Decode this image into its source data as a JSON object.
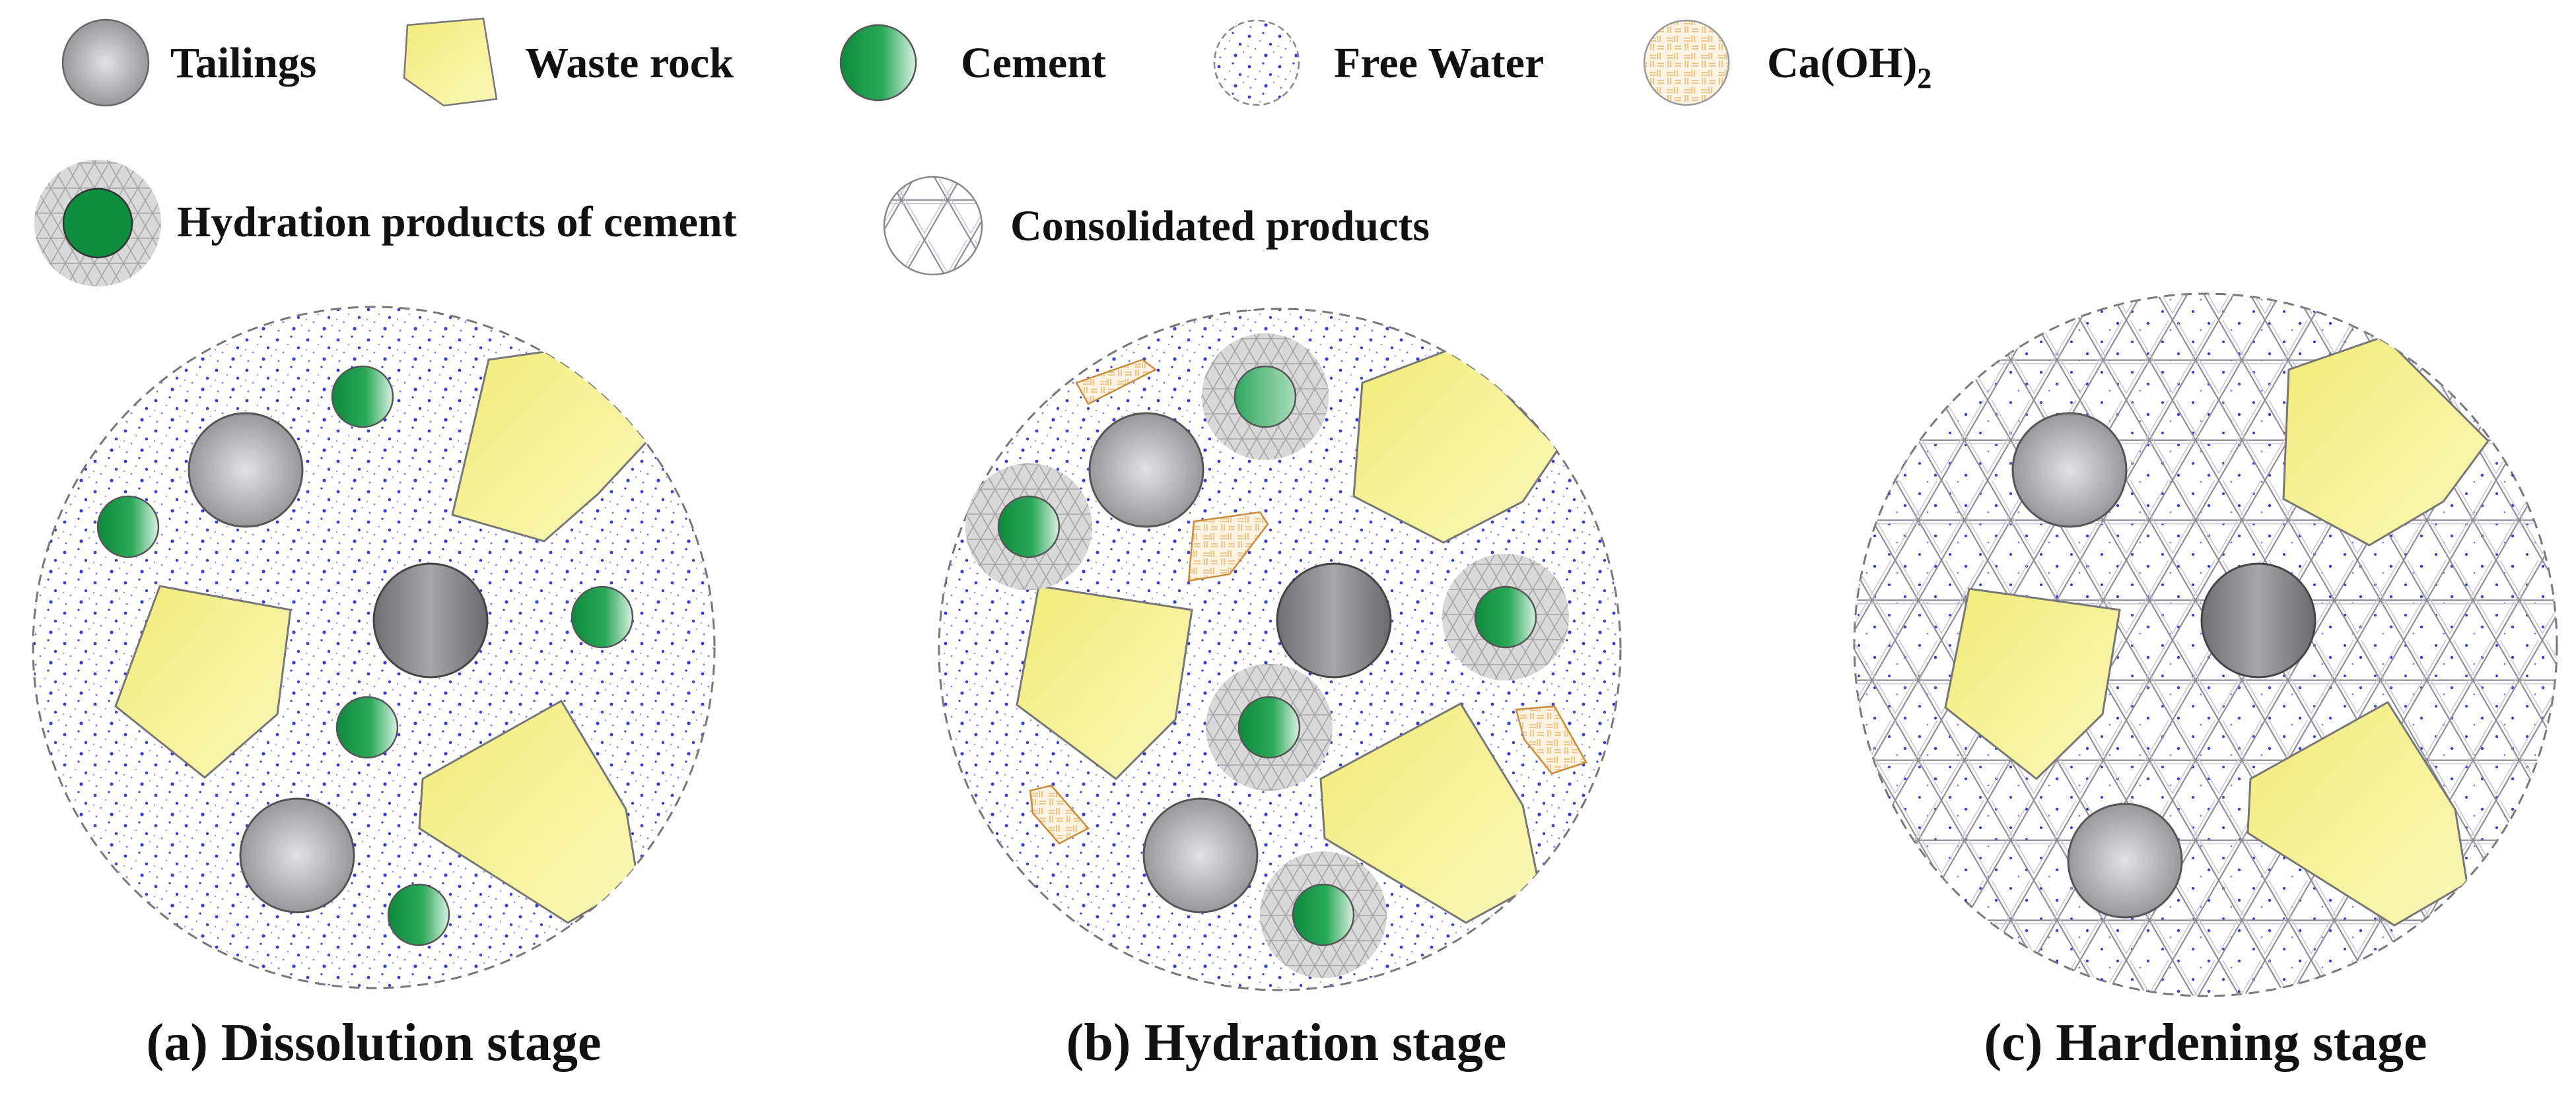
{
  "colors": {
    "tailings": "#9a9a9c",
    "waste_rock": "#f4ef8c",
    "cement": "#1f9c4e",
    "free_water_dots": "#3b3bd6",
    "caoh2": "#f6c98b",
    "hydration_halo": "#cfcfcf",
    "consolidated_lines": "#9a9aa2",
    "outline": "#777777"
  },
  "legend": {
    "tailings": "Tailings",
    "waste_rock": "Waste rock",
    "cement": "Cement",
    "free_water": "Free Water",
    "caoh2_main": "Ca(OH)",
    "caoh2_sub": "2",
    "hydration_products": "Hydration products of cement",
    "consolidated_products": "Consolidated products"
  },
  "icons": {
    "tailings": "gray-sphere-icon",
    "waste_rock": "yellow-pentagon-icon",
    "cement": "green-sphere-icon",
    "free_water": "dotted-circle-icon",
    "caoh2": "hatched-circle-icon",
    "hydration_products": "halo-sphere-icon",
    "consolidated_products": "mesh-circle-icon"
  },
  "panels": [
    {
      "id": "a",
      "caption": "(a) Dissolution stage"
    },
    {
      "id": "b",
      "caption": "(b) Hydration stage"
    },
    {
      "id": "c",
      "caption": "(c) Hardening stage"
    }
  ]
}
